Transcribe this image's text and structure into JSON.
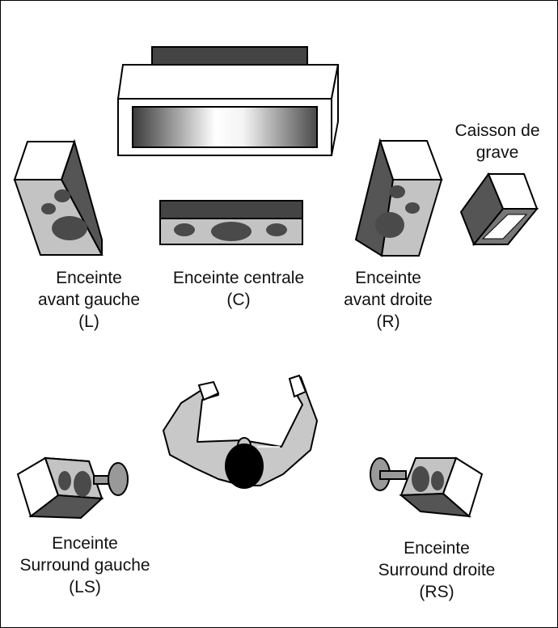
{
  "colors": {
    "speaker_face": "#c3c3c3",
    "speaker_side": "#555555",
    "driver": "#4a4a4a",
    "outline": "#000000",
    "listener_body": "#c8c8c8",
    "listener_head": "#000000"
  },
  "labels": {
    "front_left": {
      "line1": "Enceinte",
      "line2": "avant gauche",
      "line3": "(L)"
    },
    "center": {
      "line1": "Enceinte centrale",
      "line2": "(C)"
    },
    "front_right": {
      "line1": "Enceinte",
      "line2": "avant droite",
      "line3": "(R)"
    },
    "subwoofer": {
      "line1": "Caisson de",
      "line2": "grave"
    },
    "surround_left": {
      "line1": "Enceinte",
      "line2": "Surround gauche",
      "line3": "(LS)"
    },
    "surround_right": {
      "line1": "Enceinte",
      "line2": "Surround droite",
      "line3": "(RS)"
    }
  }
}
